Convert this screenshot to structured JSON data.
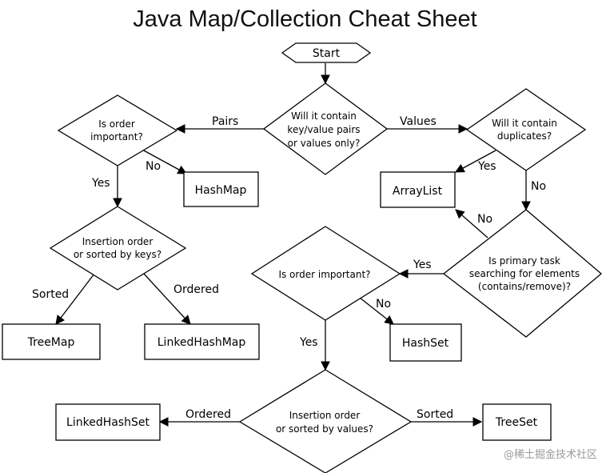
{
  "title": "Java Map/Collection Cheat Sheet",
  "nodes": {
    "start": "Start",
    "key_value_q": [
      "Will it contain",
      "key/value pairs",
      "or values only?"
    ],
    "order_important_map_q": [
      "Is order",
      "important?"
    ],
    "hashmap": "HashMap",
    "insertion_or_sorted_keys_q": [
      "Insertion order",
      "or sorted by keys?"
    ],
    "treemap": "TreeMap",
    "linkedhashmap": "LinkedHashMap",
    "duplicates_q": [
      "Will it contain",
      "duplicates?"
    ],
    "arraylist": "ArrayList",
    "searching_q": [
      "Is primary task",
      "searching for elements",
      "(contains/remove)?"
    ],
    "order_important_set_q": [
      "Is order important?"
    ],
    "hashset": "HashSet",
    "insertion_or_sorted_values_q": [
      "Insertion order",
      "or sorted by values?"
    ],
    "linkedhashset": "LinkedHashSet",
    "treeset": "TreeSet"
  },
  "edge_labels": {
    "pairs": "Pairs",
    "values": "Values",
    "map_order_no": "No",
    "map_order_yes": "Yes",
    "sorted_map": "Sorted",
    "ordered_map": "Ordered",
    "dup_yes": "Yes",
    "dup_no": "No",
    "search_no": "No",
    "search_yes": "Yes",
    "set_order_no": "No",
    "set_order_yes": "Yes",
    "ordered_set": "Ordered",
    "sorted_set": "Sorted"
  },
  "watermark": "@稀土掘金技术社区"
}
